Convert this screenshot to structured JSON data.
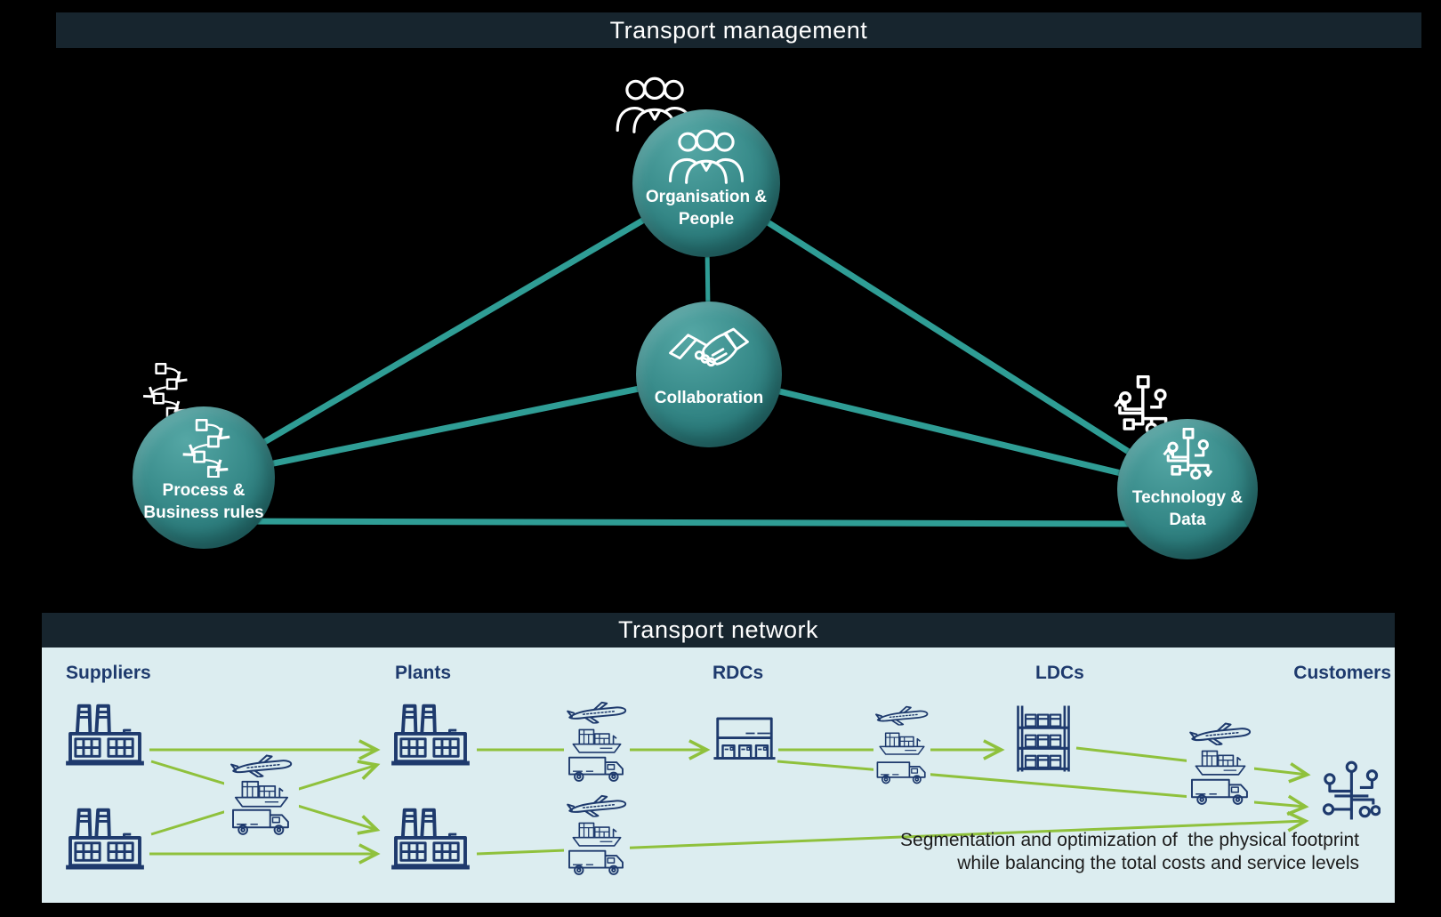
{
  "title_banner": {
    "label": "Transport management"
  },
  "management": {
    "nodes": {
      "organisation": {
        "line1": "Organisation &",
        "line2": "People",
        "icon": "people-icon"
      },
      "collaboration": {
        "line1": "Collaboration",
        "icon": "handshake-icon"
      },
      "process": {
        "line1": "Process &",
        "line2": "Business rules",
        "icon": "process-flow-icon"
      },
      "technology": {
        "line1": "Technology &",
        "line2": "Data",
        "icon": "technology-network-icon"
      }
    },
    "connections": [
      [
        "organisation",
        "process"
      ],
      [
        "organisation",
        "collaboration"
      ],
      [
        "organisation",
        "technology"
      ],
      [
        "collaboration",
        "process"
      ],
      [
        "collaboration",
        "technology"
      ],
      [
        "process",
        "technology"
      ]
    ]
  },
  "network": {
    "banner": {
      "label": "Transport network"
    },
    "columns": {
      "suppliers": "Suppliers",
      "plants": "Plants",
      "rdcs": "RDCs",
      "ldcs": "LDCs",
      "customers": "Customers"
    },
    "node_icons": {
      "suppliers": "factory-icon",
      "plants": "factory-icon",
      "rdcs": "warehouse-icon",
      "ldcs": "storage-rack-icon",
      "customers": "customer-network-icon",
      "transport_modes": [
        "plane-icon",
        "ship-icon",
        "truck-icon"
      ]
    },
    "flows": [
      "supplier1-to-plant1",
      "supplier1-to-plant2",
      "supplier2-to-plant1",
      "supplier2-to-plant2",
      "plant1-to-rdc",
      "rdc-to-ldc",
      "rdc-to-customers",
      "ldc-to-customers",
      "plant2-to-customers"
    ],
    "caption": {
      "line1": "Segmentation and optimization of  the physical footprint",
      "line2": "while balancing the total costs and service levels"
    }
  },
  "colors": {
    "background": "#000000",
    "banner_bg": "#17252e",
    "banner_text": "#ffffff",
    "connector_teal": "#2f9d95",
    "node_teal": "#2e8485",
    "panel_bg": "#dcedf0",
    "diagram_navy": "#1e3a6d",
    "flow_green": "#8fc13c",
    "caption_text": "#1c1c1c"
  }
}
